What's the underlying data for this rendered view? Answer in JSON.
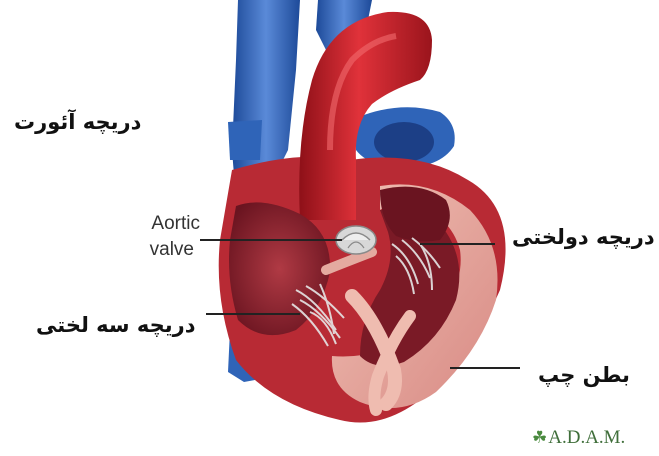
{
  "labels": {
    "aortic_valve_fa": "دریچه آئورت",
    "mitral_valve_fa": "دریچه دولختی",
    "tricuspid_valve_fa": "دریچه سه لختی",
    "left_ventricle_fa": "بطن چپ",
    "aortic_valve_en_line1": "Aortic",
    "aortic_valve_en_line2": "valve"
  },
  "logo": {
    "text": "A.D.A.M.",
    "leaf_icon": "leaf-icon"
  },
  "colors": {
    "artery_red": "#c8202a",
    "vein_blue": "#2f64b8",
    "muscle_dark": "#8a2230",
    "muscle_pink": "#e6a8a0",
    "valve_white": "#dcdcdc"
  }
}
